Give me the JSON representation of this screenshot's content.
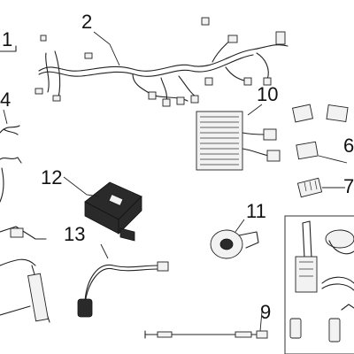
{
  "diagram": {
    "callouts": [
      "1",
      "2",
      "4",
      "6",
      "7",
      "9",
      "10",
      "11",
      "12",
      "13"
    ]
  }
}
